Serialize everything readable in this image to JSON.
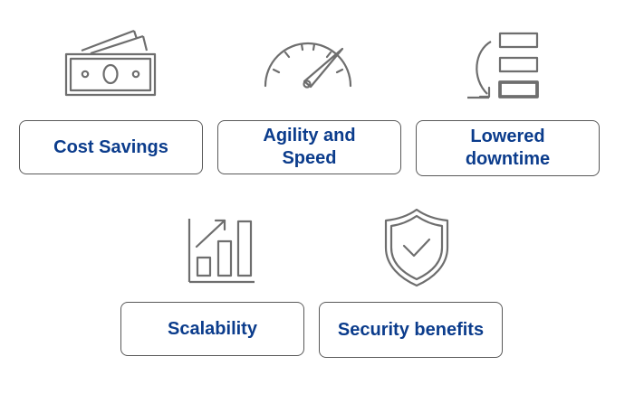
{
  "accent_color": "#0b3c8c",
  "icon_color": "#6e6e6e",
  "border_color": "#595959",
  "benefits": [
    {
      "label": "Cost Savings",
      "icon": "money-bills-icon"
    },
    {
      "label": "Agility and\nSpeed",
      "icon": "speedometer-icon"
    },
    {
      "label": "Lowered\ndowntime",
      "icon": "recovery-stack-icon"
    },
    {
      "label": "Scalability",
      "icon": "growth-bar-chart-icon"
    },
    {
      "label": "Security benefits",
      "icon": "shield-check-icon"
    }
  ]
}
